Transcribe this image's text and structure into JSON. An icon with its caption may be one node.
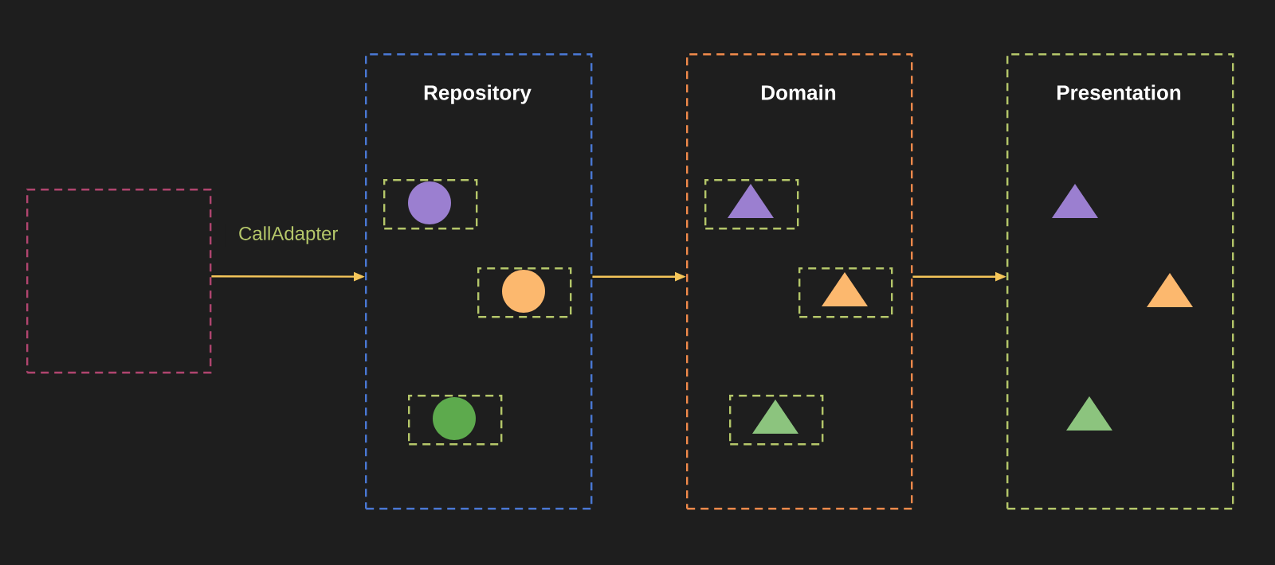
{
  "diagram": {
    "nodes": [
      {
        "text": [],
        "shape": "box"
      },
      {
        "text": [
          "Repository"
        ]
      },
      {
        "text": [],
        "shape": "box",
        "in": 1
      },
      {
        "text": [],
        "shape": "box",
        "in": 1
      },
      {
        "text": [],
        "shape": "box",
        "in": 1
      },
      {
        "text": [
          "Domain"
        ]
      },
      {
        "text": [],
        "shape": "box",
        "in": 5
      },
      {
        "text": [],
        "shape": "box",
        "in": 5
      },
      {
        "text": [],
        "shape": "box",
        "in": 5
      },
      {
        "text": [
          "Presentation"
        ]
      }
    ],
    "edges": [
      {
        "from": 0,
        "to": 1,
        "arrow": "to",
        "label": "CallAdapter"
      },
      {
        "from": 1,
        "to": 5,
        "arrow": "to"
      },
      {
        "from": 5,
        "to": 9,
        "arrow": "to"
      }
    ]
  }
}
